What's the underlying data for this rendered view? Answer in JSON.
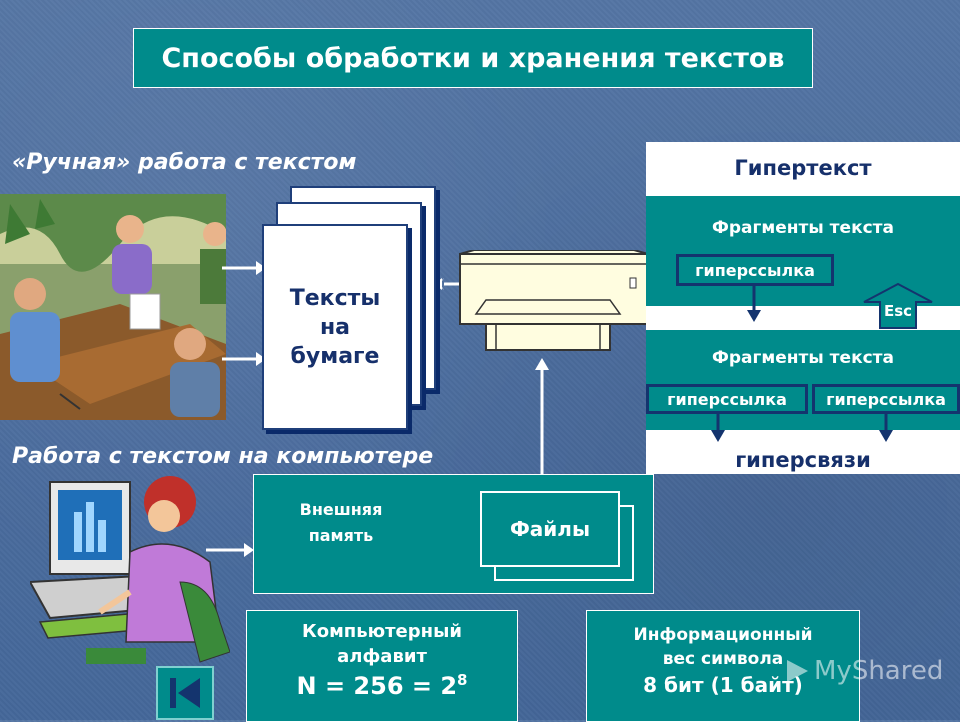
{
  "title": "Способы обработки и хранения текстов",
  "manual": {
    "heading": "«Ручная» работа с текстом",
    "paper_lines": [
      "Тексты",
      "на",
      "бумаге"
    ]
  },
  "computer": {
    "heading": "Работа с текстом на компьютере",
    "memory_lines": [
      "Внешняя",
      "память"
    ],
    "files_label": "Файлы"
  },
  "hypertext": {
    "title": "Гипертекст",
    "fragment1": "Фрагменты текста",
    "link1": "гиперссылка",
    "esc": "Esc",
    "fragment2": "Фрагменты текста",
    "link2": "гиперссылка",
    "link3": "гиперссылка",
    "bottom": "гиперсвязи"
  },
  "alphabet": {
    "line1": "Компьютерный",
    "line2": "алфавит",
    "formula": "N = 256 = 2",
    "exponent": "8"
  },
  "info_weight": {
    "line1": "Информационный",
    "line2": "вес символа",
    "line3": "8 бит (1 байт)"
  },
  "watermark": "MyShared",
  "colors": {
    "teal": "#008b8b",
    "background": "#4a6a9a",
    "dark_blue": "#14346e"
  }
}
